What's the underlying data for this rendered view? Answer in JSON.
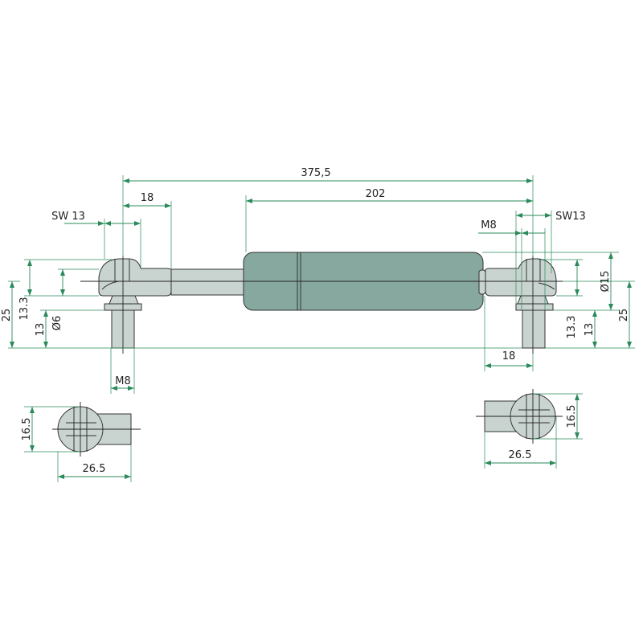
{
  "title": "Gas spring technical drawing",
  "dimensions": {
    "overall_length": "375,5",
    "stroke_body": "202",
    "left_eye_offset": "18",
    "left_sw": "SW 13",
    "left_total_height": "25",
    "left_eye_height": "13.3",
    "left_stud_length": "13",
    "left_rod_diameter": "Ø6",
    "left_thread": "M8",
    "left_top_height": "16.5",
    "left_top_length": "26.5",
    "right_sw": "SW13",
    "right_thread": "M8",
    "right_body_diameter": "Ø15",
    "right_total_height": "25",
    "right_eye_height": "13.3",
    "right_stud_length": "13",
    "right_eye_offset": "18",
    "right_top_height": "16.5",
    "right_top_length": "26.5"
  },
  "colors": {
    "dimension": "#2a8a5a",
    "body": "#86a89f",
    "part": "#c9d4d0"
  }
}
